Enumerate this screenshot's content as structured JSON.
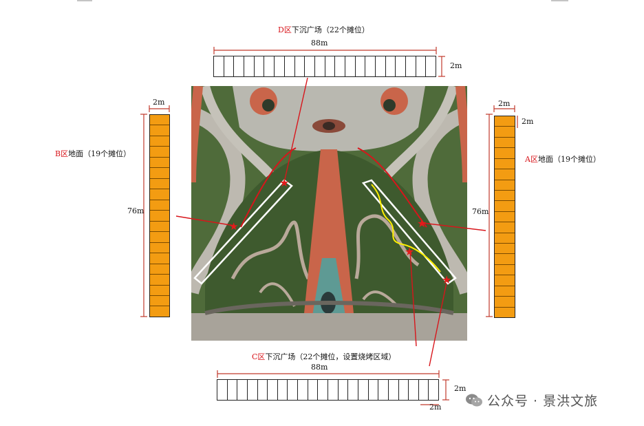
{
  "zones": {
    "d": {
      "letter": "D区",
      "text": "下沉广场（22个摊位）",
      "length": "88m",
      "width": "2m",
      "stalls": 22
    },
    "b": {
      "letter": "B区",
      "text": "地面（19个摊位）",
      "length": "76m",
      "width": "2m",
      "stalls": 19
    },
    "a": {
      "letter": "A区",
      "text": "地面（19个摊位）",
      "length": "76m",
      "width": "2m",
      "width2": "2m",
      "stalls": 19
    },
    "c": {
      "letter": "C区",
      "text": "下沉广场（22个摊位，设置烧烤区域）",
      "length": "88m",
      "width": "2m",
      "width2": "2m",
      "stalls": 22
    }
  },
  "watermark": {
    "icon": "wechat-icon",
    "text": "公众号 · 景洪文旅"
  },
  "colors": {
    "stall_fill": "#f39c12",
    "dim_line": "#c0392b",
    "star": "#e41b1b",
    "path_highlight": "#ffee00"
  }
}
